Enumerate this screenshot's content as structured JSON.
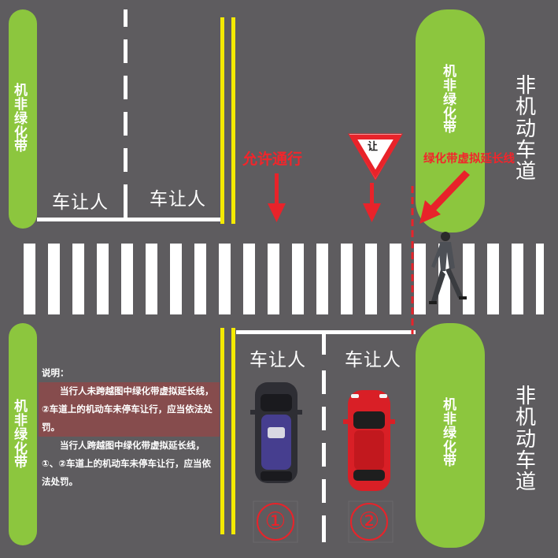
{
  "greenbelt": {
    "top_left": [
      "机",
      "非",
      "绿",
      "化",
      "带"
    ],
    "bottom_left": [
      "机",
      "非",
      "绿",
      "化",
      "带"
    ],
    "top_right": [
      "机",
      "非",
      "绿",
      "化",
      "带"
    ],
    "bottom_right": [
      "机",
      "非",
      "绿",
      "化",
      "带"
    ]
  },
  "road_labels": {
    "top_right": [
      "非",
      "机",
      "动",
      "车",
      "道"
    ],
    "bottom_right": [
      "非",
      "机",
      "动",
      "车",
      "道"
    ]
  },
  "lanes": {
    "top_left_1": "车让人",
    "top_left_2": "车让人",
    "bottom_1": "车让人",
    "bottom_2": "车让人"
  },
  "annotations": {
    "allow": "允许通行",
    "extension": "绿化带虚拟延长线",
    "yield_sign": "让"
  },
  "explanation": {
    "title": "说明：",
    "para1": "当行人未跨越图中绿化带虚拟延长线，②车道上的机动车未停车让行，应当依法处罚。",
    "para2": "当行人跨越图中绿化带虚拟延长线，①、②车道上的机动车未停车让行，应当依法处罚。"
  },
  "lane_numbers": [
    "①",
    "②"
  ],
  "colors": {
    "road": "#5e5c5f",
    "green": "#8cc63e",
    "yellow": "#f4ea00",
    "red": "#e8232a",
    "white": "#ffffff"
  }
}
